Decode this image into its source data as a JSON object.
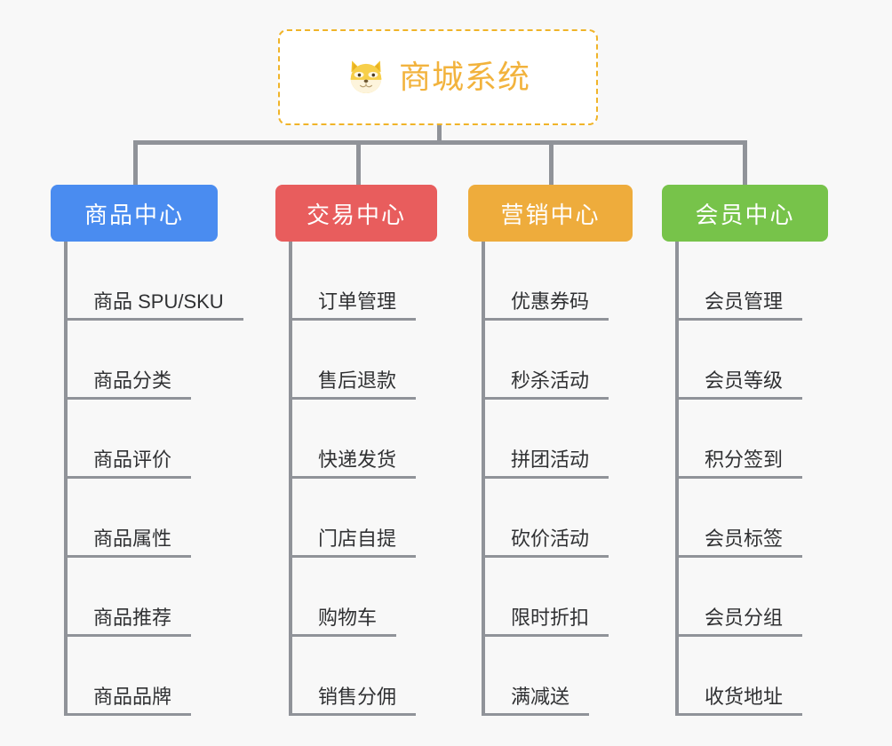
{
  "diagram": {
    "type": "mindmap",
    "title": "商城系统",
    "background_color": "#f8f8f8",
    "root": {
      "label": "商城系统",
      "icon": "shiba-dog-icon",
      "text_color": "#f2b33d",
      "border_color": "#f0b429",
      "border_style": "dashed",
      "background_color": "#ffffff"
    },
    "branches": [
      {
        "label": "商品中心",
        "color": "#4a8cf0",
        "items": [
          "商品 SPU/SKU",
          "商品分类",
          "商品评价",
          "商品属性",
          "商品推荐",
          "商品品牌"
        ]
      },
      {
        "label": "交易中心",
        "color": "#e85d5d",
        "items": [
          "订单管理",
          "售后退款",
          "快递发货",
          "门店自提",
          "购物车",
          "销售分佣"
        ]
      },
      {
        "label": "营销中心",
        "color": "#eeac3c",
        "items": [
          "优惠券码",
          "秒杀活动",
          "拼团活动",
          "砍价活动",
          "限时折扣",
          "满减送"
        ]
      },
      {
        "label": "会员中心",
        "color": "#77c34a",
        "items": [
          "会员管理",
          "会员等级",
          "积分签到",
          "会员标签",
          "会员分组",
          "收货地址"
        ]
      }
    ],
    "connector_color": "#909399"
  }
}
